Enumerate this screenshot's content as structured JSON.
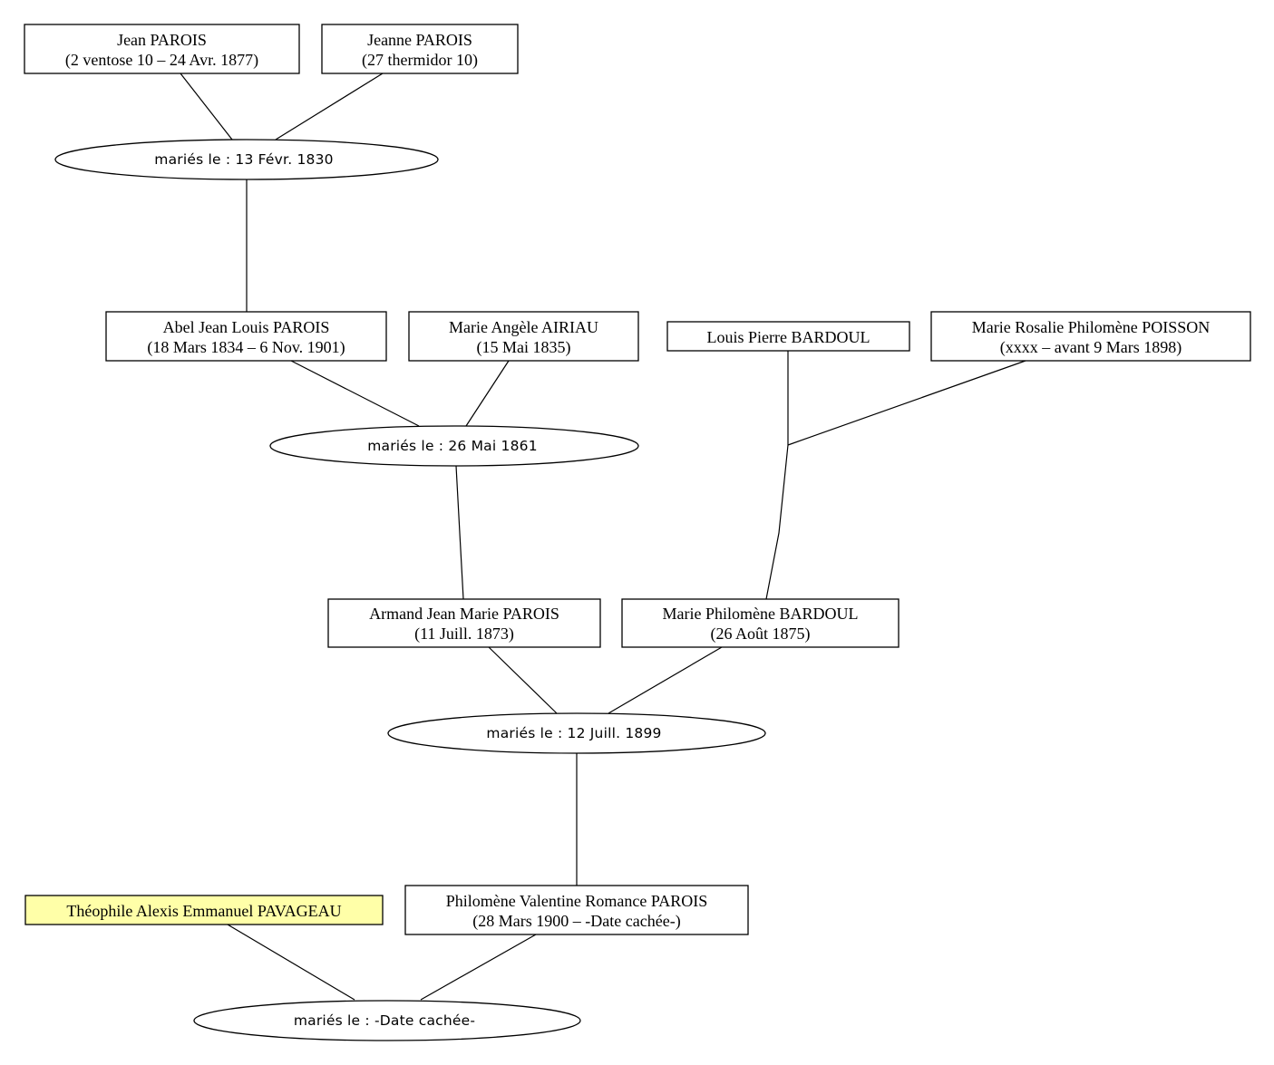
{
  "persons": [
    {
      "id": "jean",
      "name": "Jean PAROIS",
      "dates": "(2 ventose 10 – 24 Avr. 1877)"
    },
    {
      "id": "jeanne",
      "name": "Jeanne PAROIS",
      "dates": "(27 thermidor 10)"
    },
    {
      "id": "abel",
      "name": "Abel Jean Louis PAROIS",
      "dates": "(18 Mars 1834 – 6 Nov. 1901)"
    },
    {
      "id": "marie-angele",
      "name": "Marie Angèle AIRIAU",
      "dates": "(15 Mai 1835)"
    },
    {
      "id": "louis-pierre",
      "name": "Louis Pierre BARDOUL",
      "dates": ""
    },
    {
      "id": "marie-rosalie",
      "name": "Marie Rosalie Philomène POISSON",
      "dates": "(xxxx – avant 9 Mars 1898)"
    },
    {
      "id": "armand",
      "name": "Armand Jean Marie PAROIS",
      "dates": "(11 Juill. 1873)"
    },
    {
      "id": "marie-philomene",
      "name": "Marie Philomène BARDOUL",
      "dates": "(26 Août 1875)"
    },
    {
      "id": "theophile",
      "name": "Théophile Alexis Emmanuel PAVAGEAU",
      "dates": "",
      "highlight_color": "#ffffa8"
    },
    {
      "id": "philomene-valentine",
      "name": "Philomène Valentine Romance PAROIS",
      "dates": "(28 Mars 1900 – -Date cachée-)"
    }
  ],
  "unions": [
    {
      "id": "u1830",
      "label": "mariés le : 13 Févr. 1830"
    },
    {
      "id": "u1861",
      "label": "mariés le : 26 Mai 1861"
    },
    {
      "id": "u1899",
      "label": "mariés le : 12 Juill. 1899"
    },
    {
      "id": "uhidden",
      "label": "mariés le : -Date cachée-"
    }
  ]
}
